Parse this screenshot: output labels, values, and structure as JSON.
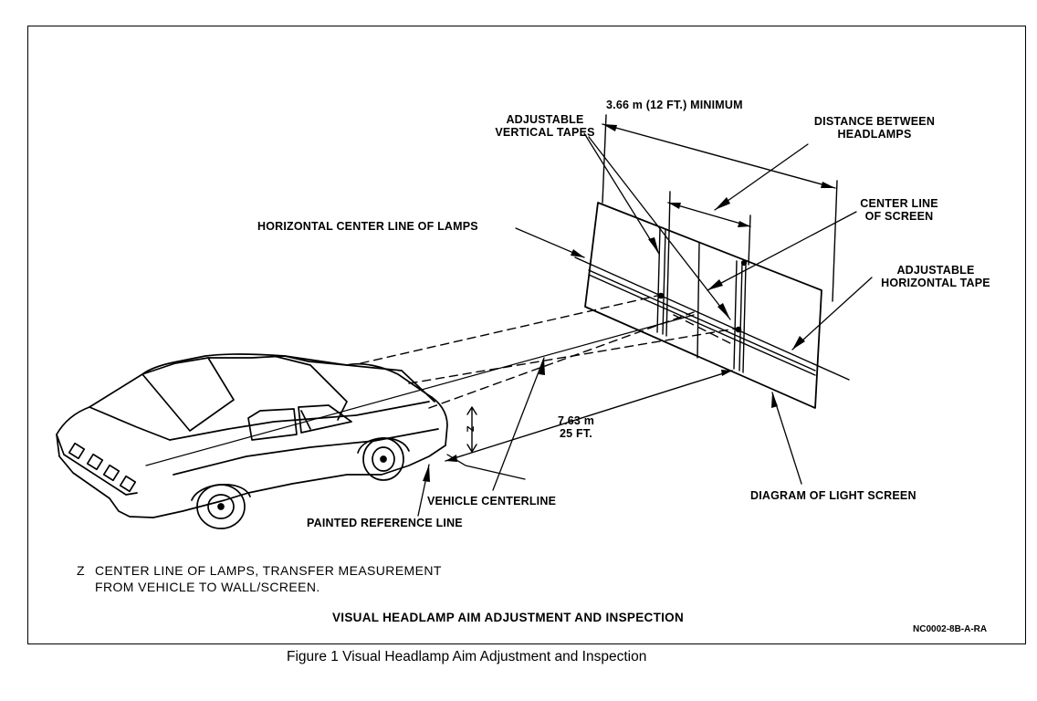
{
  "labels": {
    "min_distance": "3.66 m (12 FT.) MINIMUM",
    "adjustable_vertical_tapes": [
      "ADJUSTABLE",
      "VERTICAL TAPES"
    ],
    "distance_between_headlamps": [
      "DISTANCE BETWEEN",
      "HEADLAMPS"
    ],
    "horizontal_center_line": "HORIZONTAL CENTER LINE OF LAMPS",
    "center_line_of_screen": [
      "CENTER LINE",
      "OF SCREEN"
    ],
    "adjustable_horizontal_tape": [
      "ADJUSTABLE",
      "HORIZONTAL TAPE"
    ],
    "distance_to_screen": [
      "7.63 m",
      "25 FT."
    ],
    "z_marker": "Z",
    "vehicle_centerline": "VEHICLE CENTERLINE",
    "painted_reference_line": "PAINTED REFERENCE LINE",
    "diagram_of_light_screen": "DIAGRAM OF LIGHT SCREEN"
  },
  "note": {
    "marker": "Z",
    "lines": [
      "CENTER LINE OF LAMPS, TRANSFER MEASUREMENT",
      "FROM VEHICLE TO WALL/SCREEN."
    ]
  },
  "diagram_title": "VISUAL HEADLAMP AIM ADJUSTMENT AND INSPECTION",
  "drawing_code": "NC0002-8B-A-RA",
  "figure_caption": "Figure 1 Visual Headlamp Aim Adjustment and Inspection"
}
